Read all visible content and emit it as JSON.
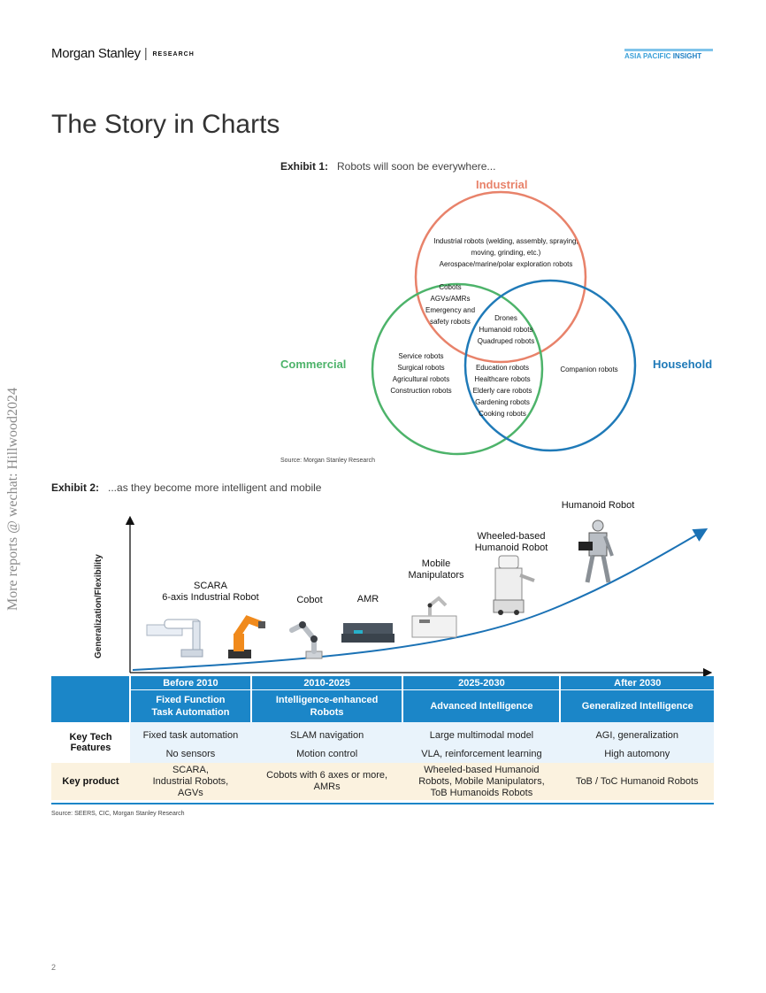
{
  "header": {
    "brand": "Morgan Stanley",
    "separator": "|",
    "research": "RESEARCH",
    "insight_prefix": "ASIA PACIFIC",
    "insight_suffix": "INSIGHT"
  },
  "watermark": "More reports @ wechat: Hillwood2024",
  "page_title": "The Story in Charts",
  "exhibit1": {
    "label": "Exhibit 1:",
    "title": "Robots will soon be everywhere...",
    "sets": {
      "industrial": "Industrial",
      "commercial": "Commercial",
      "household": "Household"
    },
    "colors": {
      "industrial": "#e8826a",
      "commercial": "#4db36a",
      "household": "#1f7ab8"
    },
    "regions": {
      "industrial_only": [
        "Industrial robots (welding, assembly, spraying,",
        "moving, grinding, etc.)",
        "Aerospace/marine/polar exploration robots"
      ],
      "industrial_commercial": [
        "Cobots",
        "AGVs/AMRs",
        "Emergency and",
        "safety robots"
      ],
      "all_three": [
        "Drones",
        "Humanoid robots",
        "Quadruped robots"
      ],
      "commercial_only": [
        "Service robots",
        "Surgical robots",
        "Agricultural robots",
        "Construction robots"
      ],
      "commercial_household": [
        "Education robots",
        "Healthcare robots",
        "Elderly care robots",
        "Gardening robots",
        "Cooking robots"
      ],
      "household_only": [
        "Companion robots"
      ]
    },
    "source": "Source: Morgan Stanley Research"
  },
  "exhibit2": {
    "label": "Exhibit 2:",
    "title": "...as they become more intelligent and mobile",
    "y_axis_label": "Generalization/Flexibility",
    "robots": [
      {
        "label_lines": [
          "SCARA",
          "6-axis Industrial Robot"
        ],
        "icon": "industrial-arm-icon"
      },
      {
        "label_lines": [
          "Cobot"
        ],
        "icon": "cobot-arm-icon"
      },
      {
        "label_lines": [
          "AMR"
        ],
        "icon": "amr-vehicle-icon"
      },
      {
        "label_lines": [
          "Mobile",
          "Manipulators"
        ],
        "icon": "mobile-manipulator-icon"
      },
      {
        "label_lines": [
          "Wheeled-based",
          "Humanoid Robot"
        ],
        "icon": "wheeled-humanoid-icon"
      },
      {
        "label_lines": [
          "Humanoid Robot"
        ],
        "icon": "humanoid-robot-icon"
      }
    ],
    "curve_color": "#1b72b5",
    "table": {
      "eras": [
        "Before 2010",
        "2010-2025",
        "2025-2030",
        "After 2030"
      ],
      "stages": [
        [
          "Fixed Function",
          "Task Automation"
        ],
        [
          "Intelligence-enhanced",
          "Robots"
        ],
        [
          "Advanced Intelligence"
        ],
        [
          "Generalized Intelligence"
        ]
      ],
      "key_tech_label": [
        "Key Tech",
        "Features"
      ],
      "key_tech_row1": [
        "Fixed task automation",
        "SLAM navigation",
        "Large multimodal model",
        "AGI, generalization"
      ],
      "key_tech_row2": [
        "No sensors",
        "Motion control",
        "VLA, reinforcement learning",
        "High automony"
      ],
      "key_product_label": "Key product",
      "key_product": [
        [
          "SCARA,",
          "Industrial Robots,",
          "AGVs"
        ],
        [
          "Cobots with 6 axes or more,",
          "AMRs"
        ],
        [
          "Wheeled-based Humanoid",
          "Robots, Mobile Manipulators,",
          "ToB Humanoids Robots"
        ],
        [
          "ToB / ToC Humanoid Robots"
        ]
      ],
      "header_color": "#1b86c8"
    },
    "source": "Source: SEERS, CIC, Morgan Stanley Research"
  },
  "page_number": "2"
}
